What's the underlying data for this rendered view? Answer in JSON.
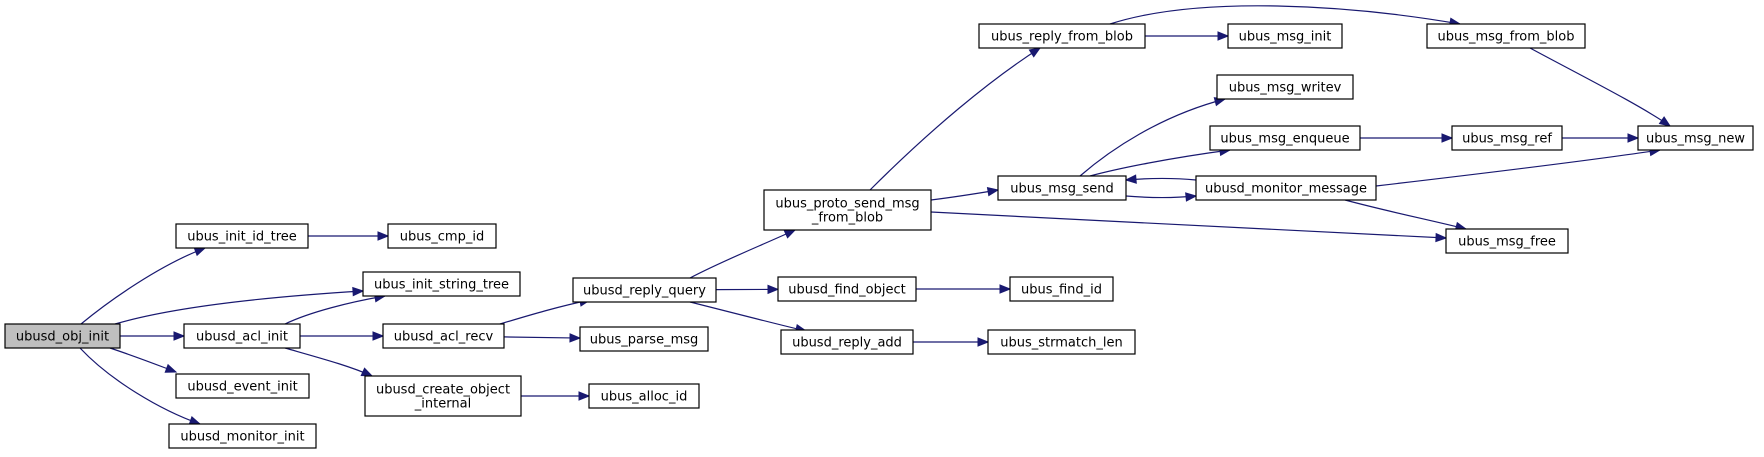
{
  "graph": {
    "title": "",
    "edge_color": "#191970",
    "root_fill": "#bfbfbf",
    "nodes": [
      {
        "id": "ubusd_obj_init",
        "lines": [
          "ubusd_obj_init"
        ],
        "root": true
      },
      {
        "id": "ubus_init_id_tree",
        "lines": [
          "ubus_init_id_tree"
        ]
      },
      {
        "id": "ubus_init_string_tree",
        "lines": [
          "ubus_init_string_tree"
        ]
      },
      {
        "id": "ubusd_acl_init",
        "lines": [
          "ubusd_acl_init"
        ]
      },
      {
        "id": "ubusd_event_init",
        "lines": [
          "ubusd_event_init"
        ]
      },
      {
        "id": "ubusd_monitor_init",
        "lines": [
          "ubusd_monitor_init"
        ]
      },
      {
        "id": "ubus_cmp_id",
        "lines": [
          "ubus_cmp_id"
        ]
      },
      {
        "id": "ubusd_acl_recv",
        "lines": [
          "ubusd_acl_recv"
        ]
      },
      {
        "id": "ubusd_create_object_internal",
        "lines": [
          "ubusd_create_object",
          "_internal"
        ]
      },
      {
        "id": "ubusd_reply_query",
        "lines": [
          "ubusd_reply_query"
        ]
      },
      {
        "id": "ubus_parse_msg",
        "lines": [
          "ubus_parse_msg"
        ]
      },
      {
        "id": "ubus_alloc_id",
        "lines": [
          "ubus_alloc_id"
        ]
      },
      {
        "id": "ubus_proto_send_msg_from_blob",
        "lines": [
          "ubus_proto_send_msg",
          "_from_blob"
        ]
      },
      {
        "id": "ubusd_find_object",
        "lines": [
          "ubusd_find_object"
        ]
      },
      {
        "id": "ubusd_reply_add",
        "lines": [
          "ubusd_reply_add"
        ]
      },
      {
        "id": "ubus_reply_from_blob",
        "lines": [
          "ubus_reply_from_blob"
        ]
      },
      {
        "id": "ubus_msg_send",
        "lines": [
          "ubus_msg_send"
        ]
      },
      {
        "id": "ubus_find_id",
        "lines": [
          "ubus_find_id"
        ]
      },
      {
        "id": "ubus_strmatch_len",
        "lines": [
          "ubus_strmatch_len"
        ]
      },
      {
        "id": "ubus_msg_init",
        "lines": [
          "ubus_msg_init"
        ]
      },
      {
        "id": "ubus_msg_writev",
        "lines": [
          "ubus_msg_writev"
        ]
      },
      {
        "id": "ubus_msg_enqueue",
        "lines": [
          "ubus_msg_enqueue"
        ]
      },
      {
        "id": "ubusd_monitor_message",
        "lines": [
          "ubusd_monitor_message"
        ]
      },
      {
        "id": "ubus_msg_from_blob",
        "lines": [
          "ubus_msg_from_blob"
        ]
      },
      {
        "id": "ubus_msg_ref",
        "lines": [
          "ubus_msg_ref"
        ]
      },
      {
        "id": "ubus_msg_free",
        "lines": [
          "ubus_msg_free"
        ]
      },
      {
        "id": "ubus_msg_new",
        "lines": [
          "ubus_msg_new"
        ]
      }
    ],
    "edges": [
      [
        "ubusd_obj_init",
        "ubus_init_id_tree"
      ],
      [
        "ubusd_obj_init",
        "ubus_init_string_tree"
      ],
      [
        "ubusd_obj_init",
        "ubusd_acl_init"
      ],
      [
        "ubusd_obj_init",
        "ubusd_event_init"
      ],
      [
        "ubusd_obj_init",
        "ubusd_monitor_init"
      ],
      [
        "ubus_init_id_tree",
        "ubus_cmp_id"
      ],
      [
        "ubusd_acl_init",
        "ubus_init_string_tree"
      ],
      [
        "ubusd_acl_init",
        "ubusd_acl_recv"
      ],
      [
        "ubusd_acl_init",
        "ubusd_create_object_internal"
      ],
      [
        "ubusd_acl_recv",
        "ubusd_reply_query"
      ],
      [
        "ubusd_acl_recv",
        "ubus_parse_msg"
      ],
      [
        "ubusd_create_object_internal",
        "ubus_alloc_id"
      ],
      [
        "ubusd_reply_query",
        "ubus_proto_send_msg_from_blob"
      ],
      [
        "ubusd_reply_query",
        "ubusd_find_object"
      ],
      [
        "ubusd_reply_query",
        "ubusd_reply_add"
      ],
      [
        "ubus_proto_send_msg_from_blob",
        "ubus_reply_from_blob"
      ],
      [
        "ubus_proto_send_msg_from_blob",
        "ubus_msg_send"
      ],
      [
        "ubus_proto_send_msg_from_blob",
        "ubus_msg_free"
      ],
      [
        "ubusd_find_object",
        "ubus_find_id"
      ],
      [
        "ubusd_reply_add",
        "ubus_strmatch_len"
      ],
      [
        "ubus_reply_from_blob",
        "ubus_msg_init"
      ],
      [
        "ubus_reply_from_blob",
        "ubus_msg_from_blob"
      ],
      [
        "ubus_msg_send",
        "ubus_msg_writev"
      ],
      [
        "ubus_msg_send",
        "ubus_msg_enqueue"
      ],
      [
        "ubus_msg_send",
        "ubusd_monitor_message"
      ],
      [
        "ubusd_monitor_message",
        "ubus_msg_send"
      ],
      [
        "ubusd_monitor_message",
        "ubus_msg_new"
      ],
      [
        "ubusd_monitor_message",
        "ubus_msg_free"
      ],
      [
        "ubus_msg_enqueue",
        "ubus_msg_ref"
      ],
      [
        "ubus_msg_ref",
        "ubus_msg_new"
      ],
      [
        "ubus_msg_from_blob",
        "ubus_msg_new"
      ]
    ]
  }
}
